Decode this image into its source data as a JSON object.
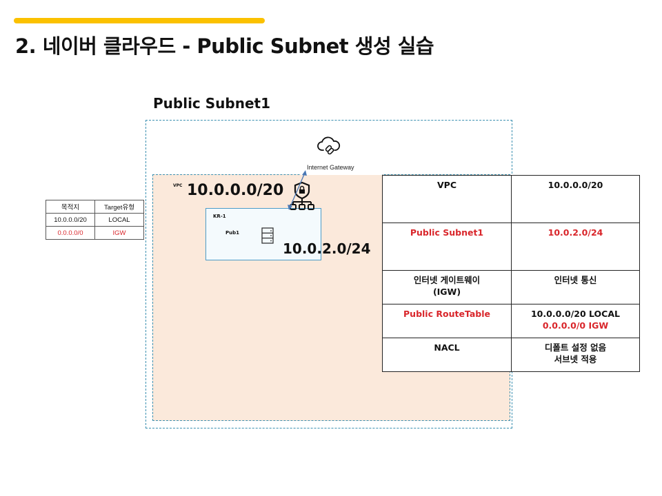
{
  "slide": {
    "title": "2. 네이버 클라우드 - Public Subnet 생성 실습",
    "accent_color": "#fbc100"
  },
  "diagram": {
    "title": "Public Subnet1",
    "internet_gateway_label": "Internet Gateway",
    "vpc_label": "VPC",
    "vpc_cidr": "10.0.0.0/20",
    "zone_label": "KR-1",
    "subnet_name": "Pub1",
    "subnet_cidr": "10.0.2.0/24",
    "icons": [
      "cloud-link-icon",
      "security-router-icon",
      "server-icon"
    ]
  },
  "route_table": {
    "headers": [
      "목적지",
      "Target유형"
    ],
    "rows": [
      {
        "dest": "10.0.0.0/20",
        "target": "LOCAL",
        "highlight": false
      },
      {
        "dest": "0.0.0.0/0",
        "target": "IGW",
        "highlight": true
      }
    ]
  },
  "info_table": {
    "rows": [
      {
        "key": "VPC",
        "value": "10.0.0.0/20",
        "value2": ""
      },
      {
        "key": "Public Subnet1",
        "value": "10.0.2.0/24",
        "value2": ""
      },
      {
        "key": "인터넷 게이트웨이",
        "key2": "(IGW)",
        "value": "인터넷 통신",
        "value2": ""
      },
      {
        "key": "Public RouteTable",
        "value": "10.0.0.0/20 LOCAL",
        "value2": "0.0.0.0/0 IGW"
      },
      {
        "key": "NACL",
        "value": "디폴트 설정 없음",
        "value2": "서브넷 적용"
      }
    ],
    "highlight_color": "#d9262b"
  }
}
